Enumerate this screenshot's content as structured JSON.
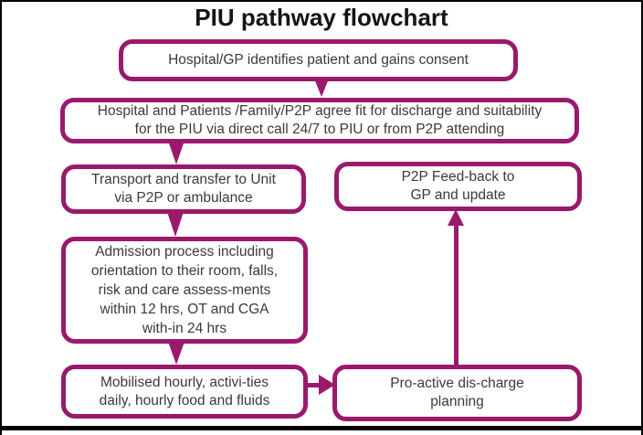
{
  "title": "PIU pathway flowchart",
  "colors": {
    "accent": "#9a196d",
    "text": "#3a393b",
    "title": "#141414",
    "frame": "#000000",
    "background": "#ffffff"
  },
  "nodes": [
    {
      "id": "identify-consent",
      "lines": [
        "Hospital/GP identifies patient and gains consent"
      ]
    },
    {
      "id": "agree-fit",
      "lines": [
        "Hospital and Patients /Family/P2P agree fit for discharge and suitability",
        "for the PIU via direct call 24/7 to PIU or from P2P attending"
      ]
    },
    {
      "id": "transport",
      "lines": [
        "Transport and transfer to Unit",
        "via P2P or ambulance"
      ]
    },
    {
      "id": "feedback",
      "lines": [
        "P2P Feed-back to",
        "GP and update"
      ]
    },
    {
      "id": "admission",
      "lines": [
        "Admission process including",
        "orientation to their room, falls,",
        "risk and care assess-ments",
        "within 12 hrs, OT and CGA",
        "with-in 24 hrs"
      ]
    },
    {
      "id": "mobilised",
      "lines": [
        "Mobilised hourly, activi-ties",
        "daily, hourly food and fluids"
      ]
    },
    {
      "id": "discharge-planning",
      "lines": [
        "Pro-active dis-charge",
        "planning"
      ]
    }
  ],
  "edges": [
    {
      "from": "identify-consent",
      "to": "agree-fit",
      "direction": "down"
    },
    {
      "from": "agree-fit",
      "to": "transport",
      "direction": "down"
    },
    {
      "from": "transport",
      "to": "admission",
      "direction": "down"
    },
    {
      "from": "admission",
      "to": "mobilised",
      "direction": "down"
    },
    {
      "from": "mobilised",
      "to": "discharge-planning",
      "direction": "right"
    },
    {
      "from": "discharge-planning",
      "to": "feedback",
      "direction": "up"
    }
  ]
}
